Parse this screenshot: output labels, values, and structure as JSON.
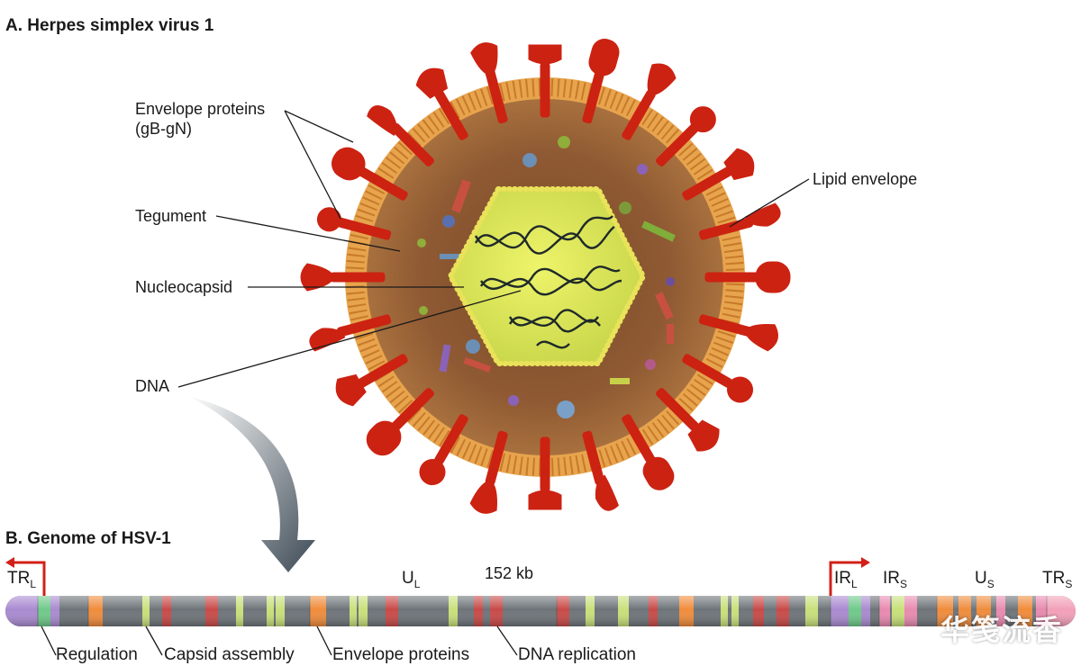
{
  "panel_a": {
    "title": "A. Herpes simplex virus 1",
    "labels": {
      "envelope_proteins": "Envelope proteins",
      "envelope_proteins_sub": "(gB-gN)",
      "tegument": "Tegument",
      "nucleocapsid": "Nucleocapsid",
      "dna": "DNA",
      "lipid_envelope": "Lipid envelope"
    }
  },
  "panel_b": {
    "title": "B. Genome of HSV-1",
    "regions": {
      "trl_main": "TR",
      "trl_sub": "L",
      "ul_main": "U",
      "ul_sub": "L",
      "size": "152 kb",
      "irl_main": "IR",
      "irl_sub": "L",
      "irs_main": "IR",
      "irs_sub": "S",
      "us_main": "U",
      "us_sub": "S",
      "trs_main": "TR",
      "trs_sub": "S"
    },
    "legend": {
      "regulation": "Regulation",
      "capsid_assembly": "Capsid assembly",
      "envelope_proteins": "Envelope proteins",
      "dna_replication": "DNA replication"
    }
  },
  "colors": {
    "regulation": "#6fc98a",
    "capsid_assembly": "#c8e07a",
    "envelope_proteins": "#f08c3c",
    "dna_replication": "#c84a48",
    "genome_gray": "#6e7479",
    "repeat_purple": "#a98ad0",
    "spike_red": "#cc2212",
    "membrane_orange": "#e7a44d",
    "capsid_yellow": "#e7ef5c"
  },
  "watermark": "华笺流香"
}
